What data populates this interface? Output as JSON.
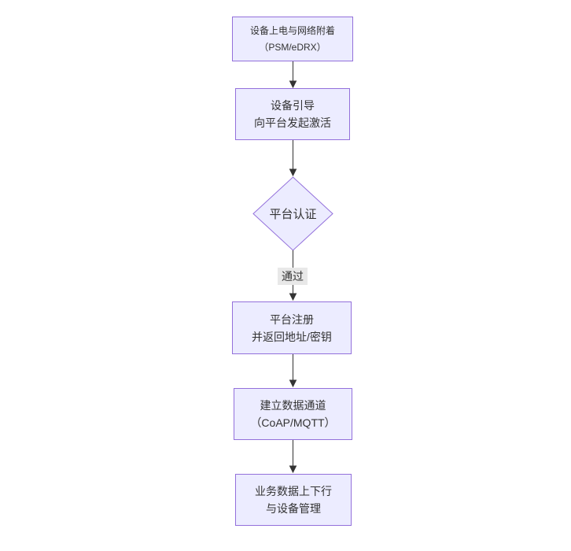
{
  "diagram": {
    "type": "flowchart-top-down",
    "nodes": [
      {
        "id": "start",
        "shape": "rect",
        "label": "设备上电与网络附着\n（PSM/eDRX）"
      },
      {
        "id": "bootstrap",
        "shape": "rect",
        "label": "设备引导\n向平台发起激活"
      },
      {
        "id": "auth",
        "shape": "diamond",
        "label": "平台认证"
      },
      {
        "id": "register",
        "shape": "rect",
        "label": "平台注册\n并返回地址/密钥"
      },
      {
        "id": "channel",
        "shape": "rect",
        "label": "建立数据通道\n（CoAP/MQTT）"
      },
      {
        "id": "business",
        "shape": "rect",
        "label": "业务数据上下行\n与设备管理"
      }
    ],
    "edges": [
      {
        "from": "start",
        "to": "bootstrap",
        "label": ""
      },
      {
        "from": "bootstrap",
        "to": "auth",
        "label": ""
      },
      {
        "from": "auth",
        "to": "register",
        "label": "通过"
      },
      {
        "from": "register",
        "to": "channel",
        "label": ""
      },
      {
        "from": "channel",
        "to": "business",
        "label": ""
      }
    ],
    "colors": {
      "node_fill": "#ECECFF",
      "node_border": "#9370DB",
      "text": "#333333",
      "edge_line": "#333333",
      "edge_label_bg": "#e8e8e8",
      "background": "#ffffff"
    }
  }
}
